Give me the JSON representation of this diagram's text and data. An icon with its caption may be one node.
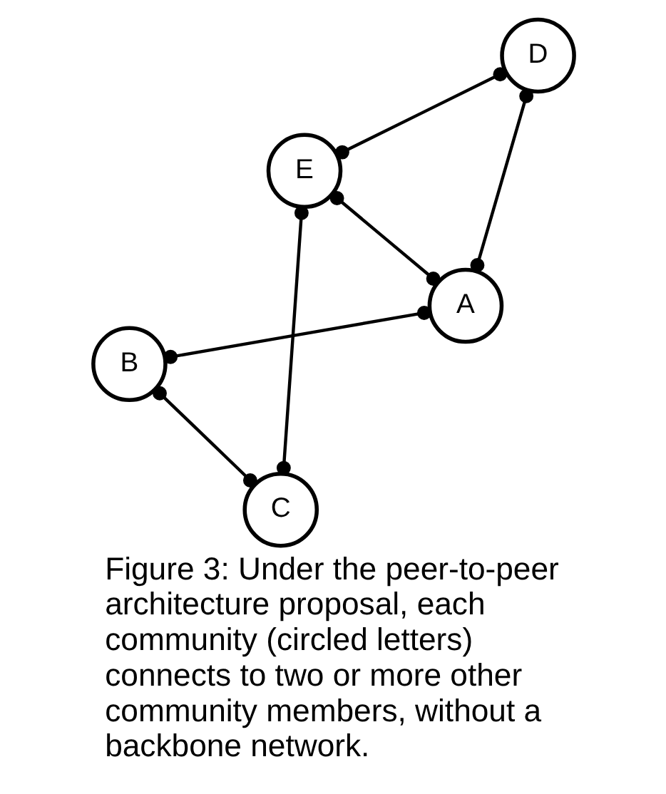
{
  "diagram": {
    "caption": "Figure 3: Under the peer-to-peer architecture proposal, each community (circled letters) connects to two or more other community members, without a backbone network.",
    "nodes": [
      {
        "text": [
          "B"
        ]
      },
      {
        "text": [
          "A"
        ]
      },
      {
        "text": [
          "C"
        ]
      },
      {
        "text": [
          "E"
        ]
      },
      {
        "text": [
          "D"
        ]
      }
    ],
    "edges": [
      {
        "from": 1,
        "to": 0,
        "arrow": "other"
      },
      {
        "from": 0,
        "to": 2,
        "arrow": "other"
      },
      {
        "from": 1,
        "to": 3,
        "arrow": "other"
      },
      {
        "from": 1,
        "to": 4,
        "arrow": "other"
      },
      {
        "from": 2,
        "to": 3,
        "arrow": "other"
      },
      {
        "from": 4,
        "to": 3,
        "arrow": "other"
      }
    ]
  }
}
